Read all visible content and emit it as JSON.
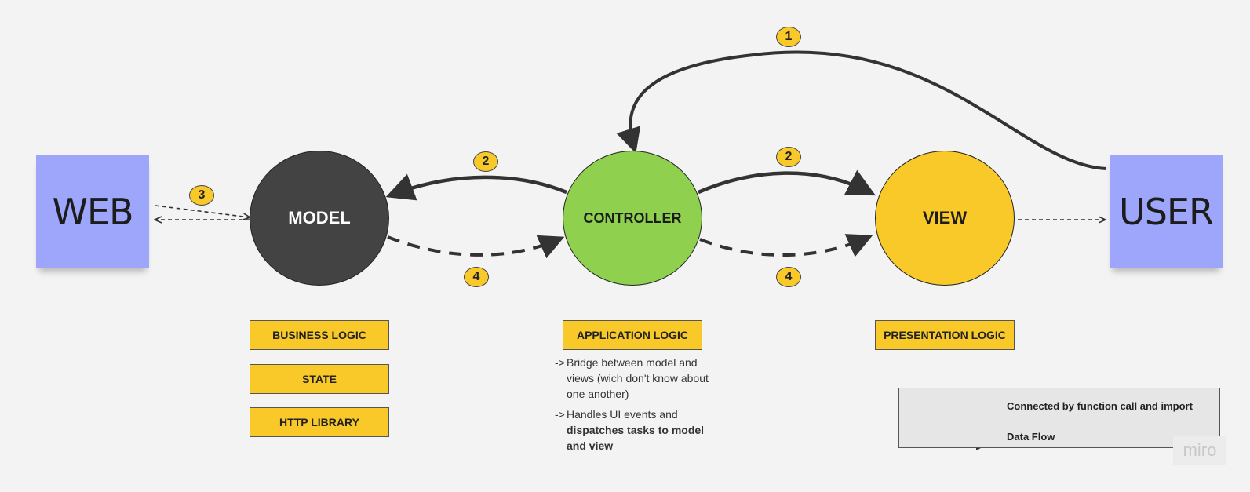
{
  "stickies": {
    "web": "WEB",
    "user": "USER"
  },
  "nodes": {
    "model": "MODEL",
    "controller": "CONTROLLER",
    "view": "VIEW"
  },
  "colors": {
    "model": "#434343",
    "controller": "#8fd14f",
    "view": "#f8c929",
    "sticky": "#9da6fa",
    "badge": "#f8c929",
    "line": "#333333"
  },
  "badges": {
    "user_to_controller": "1",
    "controller_to_model": "2",
    "controller_to_view": "2",
    "web_model": "3",
    "model_to_controller": "4",
    "controller_to_view_data": "4"
  },
  "tags": {
    "business_logic": "BUSINESS LOGIC",
    "state": "STATE",
    "http_library": "HTTP LIBRARY",
    "application_logic": "APPLICATION LOGIC",
    "presentation_logic": "PRESENTATION LOGIC"
  },
  "notes": {
    "arrow": "->",
    "bridge": "Bridge between model and views (wich don't know about one another)",
    "handles_prefix": "Handles UI events and",
    "handles_bold": "dispatches tasks to model and view"
  },
  "legend": {
    "solid": "Connected by function call and import",
    "dashed": "Data Flow"
  },
  "watermark": "miro"
}
